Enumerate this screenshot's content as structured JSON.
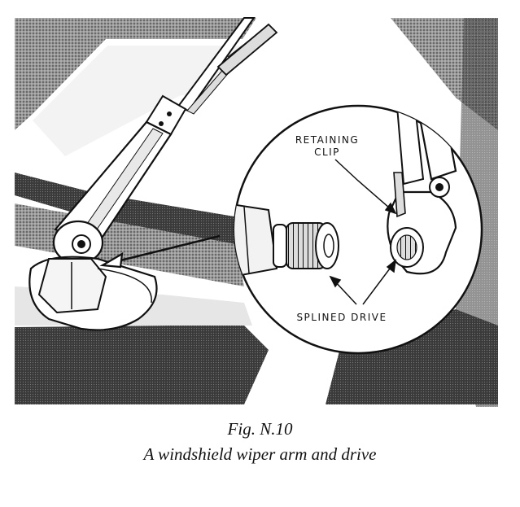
{
  "labels": {
    "retaining_line1": "RETAINING",
    "retaining_line2": "CLIP",
    "splined": "SPLINED DRIVE"
  },
  "caption": {
    "number": "Fig. N.10",
    "title": "A windshield wiper arm and drive"
  },
  "colors": {
    "ink": "#111111",
    "paper": "#ffffff",
    "tone": "#8a8a8a"
  }
}
